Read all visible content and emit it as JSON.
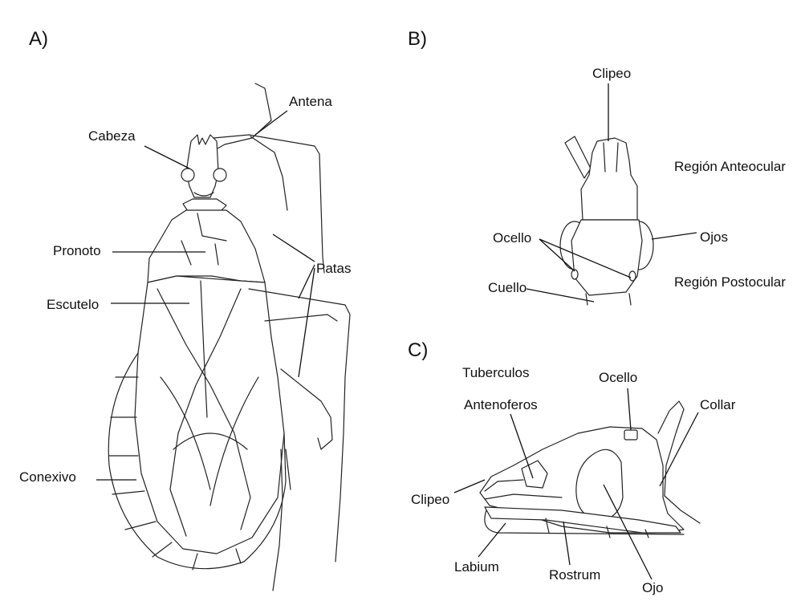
{
  "panels": {
    "a": {
      "title": "A)",
      "labels": {
        "cabeza": "Cabeza",
        "antena": "Antena",
        "pronoto": "Pronoto",
        "patas": "Patas",
        "escutelo": "Escutelo",
        "conexivo": "Conexivo"
      }
    },
    "b": {
      "title": "B)",
      "labels": {
        "clipeo": "Clipeo",
        "region_anteocular": "Región Anteocular",
        "ocello": "Ocello",
        "ojos": "Ojos",
        "region_postocular": "Región Postocular",
        "cuello": "Cuello"
      }
    },
    "c": {
      "title": "C)",
      "labels": {
        "tuberculos": "Tuberculos",
        "antenoferos": "Antenoferos",
        "ocello": "Ocello",
        "collar": "Collar",
        "clipeo": "Clipeo",
        "labium": "Labium",
        "rostrum": "Rostrum",
        "ojo": "Ojo"
      }
    }
  }
}
